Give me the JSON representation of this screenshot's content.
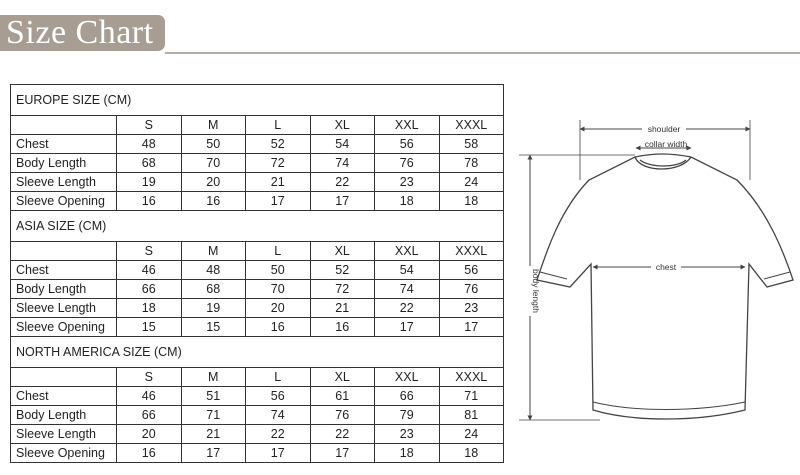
{
  "header": {
    "title": "Size Chart"
  },
  "sizes": [
    "S",
    "M",
    "L",
    "XL",
    "XXL",
    "XXXL"
  ],
  "sections": [
    {
      "title": "EUROPE SIZE (CM)",
      "rows": [
        {
          "label": "Chest",
          "values": [
            "48",
            "50",
            "52",
            "54",
            "56",
            "58"
          ]
        },
        {
          "label": "Body Length",
          "values": [
            "68",
            "70",
            "72",
            "74",
            "76",
            "78"
          ]
        },
        {
          "label": "Sleeve Length",
          "values": [
            "19",
            "20",
            "21",
            "22",
            "23",
            "24"
          ]
        },
        {
          "label": "Sleeve Opening",
          "values": [
            "16",
            "16",
            "17",
            "17",
            "18",
            "18"
          ]
        }
      ]
    },
    {
      "title": "ASIA SIZE (CM)",
      "rows": [
        {
          "label": "Chest",
          "values": [
            "46",
            "48",
            "50",
            "52",
            "54",
            "56"
          ]
        },
        {
          "label": "Body Length",
          "values": [
            "66",
            "68",
            "70",
            "72",
            "74",
            "76"
          ]
        },
        {
          "label": "Sleeve Length",
          "values": [
            "18",
            "19",
            "20",
            "21",
            "22",
            "23"
          ]
        },
        {
          "label": "Sleeve Opening",
          "values": [
            "15",
            "15",
            "16",
            "16",
            "17",
            "17"
          ]
        }
      ]
    },
    {
      "title": "NORTH AMERICA SIZE (CM)",
      "rows": [
        {
          "label": "Chest",
          "values": [
            "46",
            "51",
            "56",
            "61",
            "66",
            "71"
          ]
        },
        {
          "label": "Body Length",
          "values": [
            "66",
            "71",
            "74",
            "76",
            "79",
            "81"
          ]
        },
        {
          "label": "Sleeve Length",
          "values": [
            "20",
            "21",
            "22",
            "22",
            "23",
            "24"
          ]
        },
        {
          "label": "Sleeve Opening",
          "values": [
            "16",
            "17",
            "17",
            "17",
            "18",
            "18"
          ]
        }
      ]
    }
  ],
  "diagram": {
    "shoulder_label": "shoulder",
    "collar_label": "collar width",
    "chest_label": "chest",
    "body_length_label": "body length"
  }
}
